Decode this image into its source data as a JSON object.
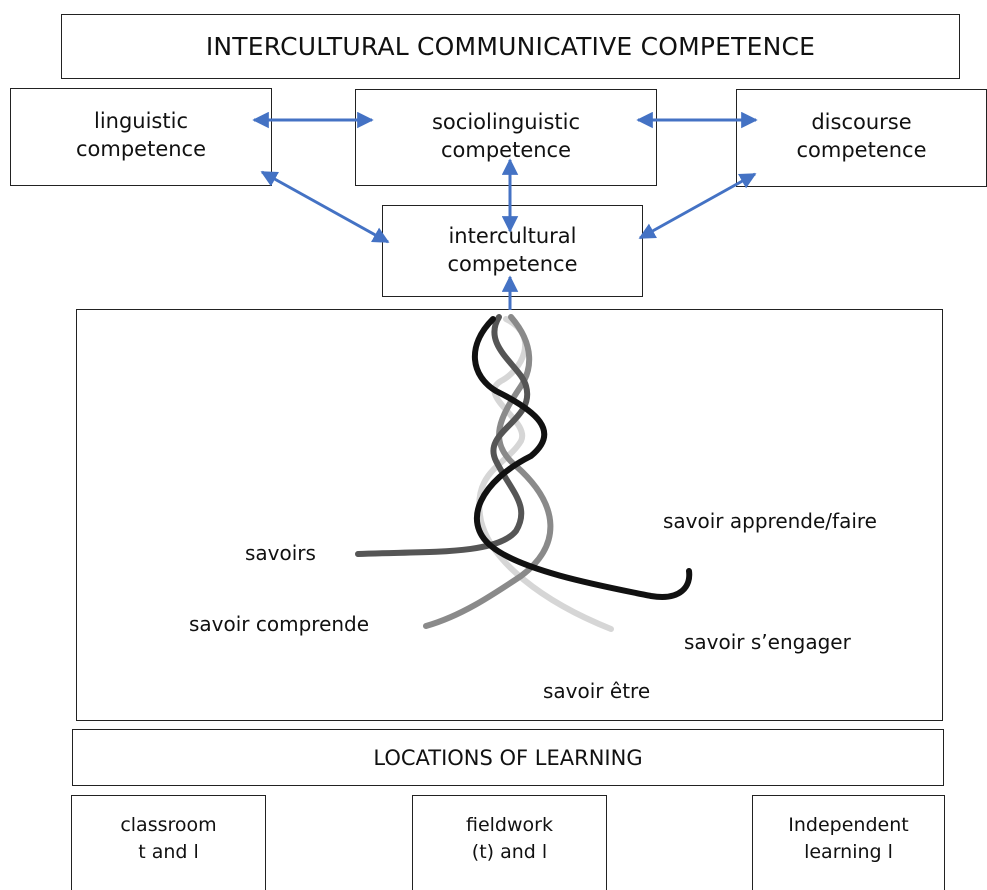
{
  "title": "INTERCULTURAL COMMUNICATIVE COMPETENCE",
  "competences": {
    "linguistic": "linguistic\ncompetence",
    "sociolinguistic": "sociolinguistic\ncompetence",
    "discourse": "discourse\ncompetence",
    "intercultural": "intercultural\ncompetence"
  },
  "savoirs": {
    "savoirs": "savoirs",
    "apprendre": "savoir apprende/faire",
    "comprendre": "savoir comprende",
    "engager": "savoir s’engager",
    "etre": "savoir être"
  },
  "locations_title": "LOCATIONS OF LEARNING",
  "locations": {
    "classroom": "classroom\nt and l",
    "fieldwork": "fieldwork\n(t) and l",
    "independent": "Independent\nlearning l"
  },
  "colors": {
    "arrow": "#4472C4",
    "strand_dark": "#111111",
    "strand_mid": "#555555",
    "strand_light": "#8a8a8a",
    "strand_faint": "#c8c8c8"
  }
}
